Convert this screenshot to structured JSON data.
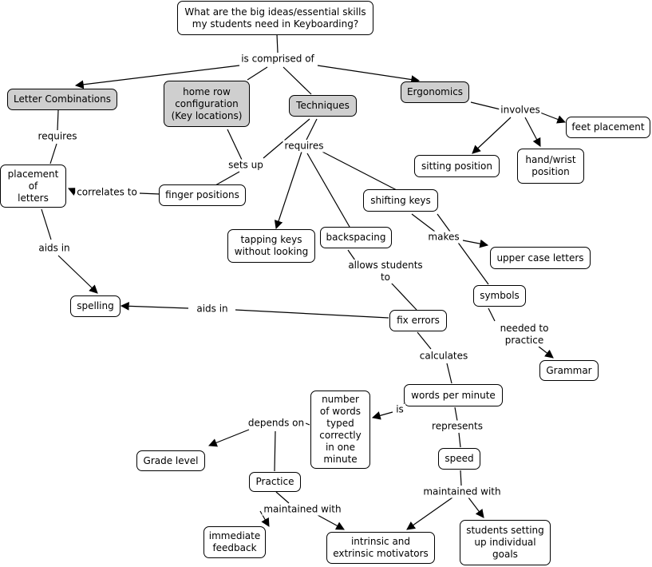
{
  "nodes": {
    "question": "What are the big ideas/essential skills\nmy students need in Keyboarding?",
    "letter_combinations": "Letter Combinations",
    "home_row": "home row\nconfiguration\n(Key locations)",
    "techniques": "Techniques",
    "ergonomics": "Ergonomics",
    "placement": "placement\nof\nletters",
    "finger_positions": "finger positions",
    "shifting_keys": "shifting keys",
    "tapping_keys": "tapping keys\nwithout looking",
    "backspacing": "backspacing",
    "feet_placement": "feet placement",
    "sitting_position": "sitting position",
    "hand_wrist": "hand/wrist\nposition",
    "upper_case": "upper case letters",
    "spelling": "spelling",
    "fix_errors": "fix errors",
    "symbols": "symbols",
    "grammar": "Grammar",
    "wpm": "words per minute",
    "number_words": "number\nof words\ntyped\ncorrectly\nin one\nminute",
    "grade_level": "Grade level",
    "practice": "Practice",
    "speed": "speed",
    "immediate_feedback": "immediate\nfeedback",
    "motivators": "intrinsic and\nextrinsic motivators",
    "goals": "students setting\nup individual\ngoals"
  },
  "links": {
    "comprised": "is comprised of",
    "requires_lc": "requires",
    "sets_up": "sets up",
    "requires_t": "requires",
    "involves": "involves",
    "correlates": "correlates to",
    "aids_in_1": "aids in",
    "makes": "makes",
    "allows": "allows students\nto",
    "aids_in_2": "aids in",
    "calculates": "calculates",
    "needed": "needed to\npractice",
    "is": "is",
    "represents": "represents",
    "depends": "depends on",
    "maintained_1": "maintained with",
    "maintained_2": "maintained with"
  }
}
